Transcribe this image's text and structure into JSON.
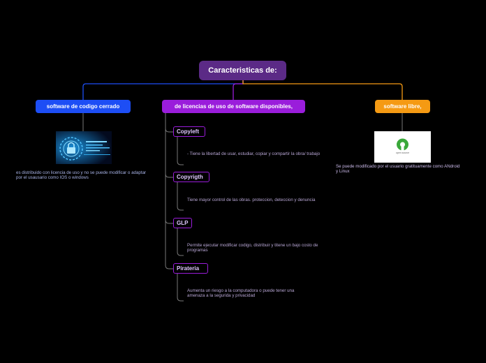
{
  "root": {
    "label": "Caracteristicas de:"
  },
  "branches": [
    {
      "label": "software de codigo cerrado",
      "color": "#1d4ef5",
      "note": "es distribuido con licencia de uso y no se puede modificar o adaptar por el usausario como IOS o windows"
    },
    {
      "label": "de licencias de uso de software disponibles,",
      "color": "#9a1ddb"
    },
    {
      "label": "software libre,",
      "color": "#f59a13",
      "note": "Se puede modificado por el usuario gratituamente como ANdroid y Linux"
    }
  ],
  "subtopics": [
    {
      "label": "Copyleft",
      "note": "- Tiene la libertad de usar, estudiar, copiar y compartir la obra/ trabajo"
    },
    {
      "label": "Copyrigth",
      "note": "Tiene mayor control de las obras. proteccion, deteccion y denuncia"
    },
    {
      "label": "GLP",
      "note": "Permite ejecutar modificar codigo, distribuir y titene un bajo costo de programas"
    },
    {
      "label": "Pirateria",
      "note": "Aumenta un riesgo a la computadora o puede tener una amenaza a la segurida y privacidad"
    }
  ],
  "images": {
    "lock": "padlock-image",
    "opensource": "open-source-logo",
    "os_caption": "open source"
  }
}
